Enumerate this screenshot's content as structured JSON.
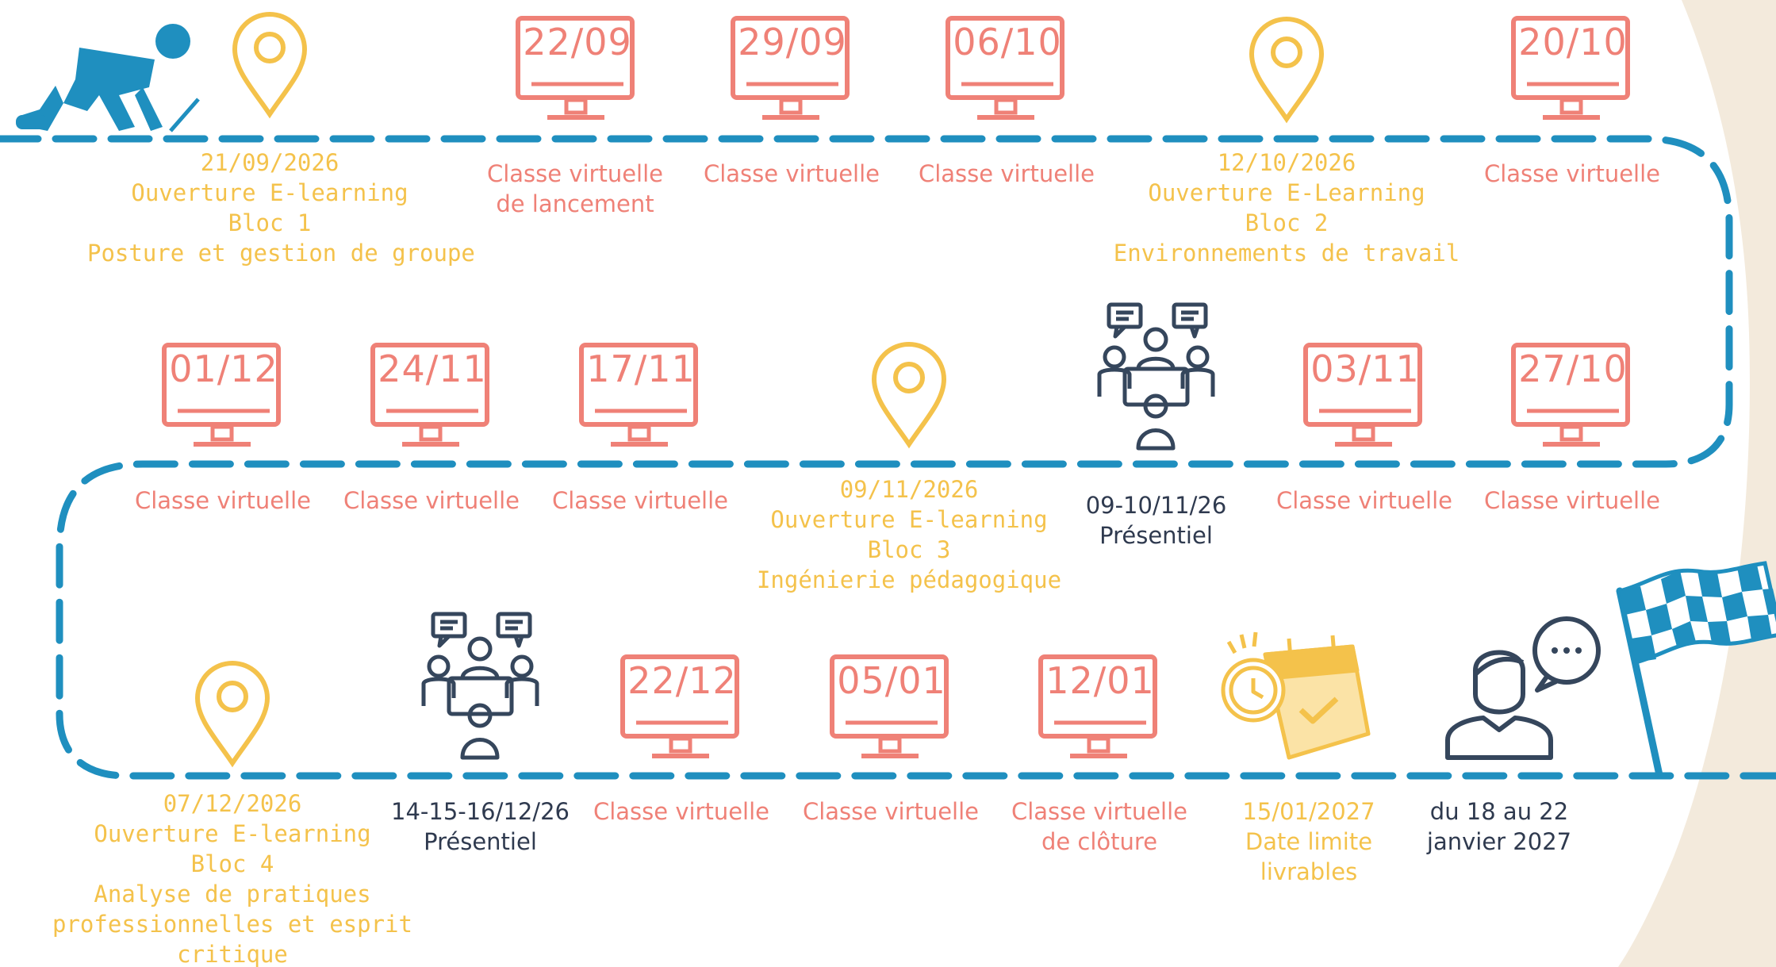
{
  "colors": {
    "path": "#1f8fbf",
    "coral": "#ef8177",
    "gold": "#f4c24b",
    "dark": "#35465c",
    "beige": "#f3eadc"
  },
  "row1": {
    "pin1": {
      "date": "21/09/2026",
      "title": "Ouverture E-learning",
      "bloc": "Bloc 1",
      "topic": "Posture et gestion de groupe"
    },
    "m1": {
      "date": "22/09",
      "label1": "Classe virtuelle",
      "label2": "de lancement"
    },
    "m2": {
      "date": "29/09",
      "label1": "Classe virtuelle"
    },
    "m3": {
      "date": "06/10",
      "label1": "Classe virtuelle"
    },
    "pin2": {
      "date": "12/10/2026",
      "title": "Ouverture E-Learning",
      "bloc": "Bloc 2",
      "topic": "Environnements de travail"
    },
    "m4": {
      "date": "20/10",
      "label1": "Classe virtuelle"
    }
  },
  "row2": {
    "m1": {
      "date": "01/12",
      "label1": "Classe virtuelle"
    },
    "m2": {
      "date": "24/11",
      "label1": "Classe virtuelle"
    },
    "m3": {
      "date": "17/11",
      "label1": "Classe virtuelle"
    },
    "pin": {
      "date": "09/11/2026",
      "title": "Ouverture E-learning",
      "bloc": "Bloc 3",
      "topic": "Ingénierie pédagogique"
    },
    "meeting": {
      "date": "09-10/11/26",
      "label": "Présentiel"
    },
    "m4": {
      "date": "03/11",
      "label1": "Classe virtuelle"
    },
    "m5": {
      "date": "27/10",
      "label1": "Classe virtuelle"
    }
  },
  "row3": {
    "pin": {
      "date": "07/12/2026",
      "title": "Ouverture E-learning",
      "bloc": "Bloc 4",
      "topic1": "Analyse de pratiques",
      "topic2": "professionnelles et esprit",
      "topic3": "critique"
    },
    "meeting": {
      "date": "14-15-16/12/26",
      "label": "Présentiel"
    },
    "m1": {
      "date": "22/12",
      "label1": "Classe virtuelle"
    },
    "m2": {
      "date": "05/01",
      "label1": "Classe virtuelle"
    },
    "m3": {
      "date": "12/01",
      "label1": "Classe virtuelle",
      "label2": "de clôture"
    },
    "deadline": {
      "date": "15/01/2027",
      "label1": "Date limite",
      "label2": "livrables"
    },
    "final": {
      "label1": "du 18 au 22",
      "label2": "janvier 2027"
    }
  },
  "icons": [
    "runner-start-icon",
    "map-pin-icon",
    "monitor-icon",
    "meeting-icon",
    "calendar-clock-icon",
    "person-speech-icon",
    "checkered-flag-icon"
  ]
}
